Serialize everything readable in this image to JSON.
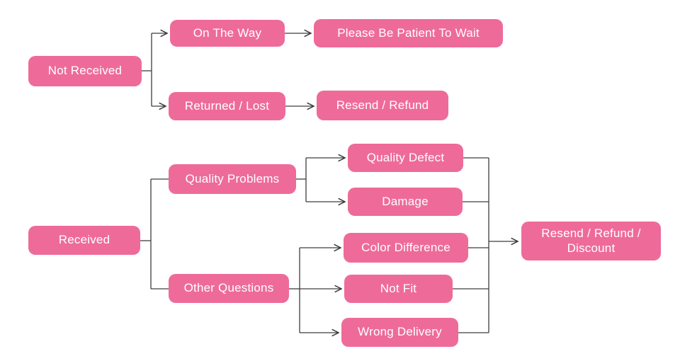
{
  "diagram": {
    "type": "flowchart",
    "colors": {
      "node_fill": "#ee6b99",
      "node_text": "#ffffff",
      "connector": "#3d3d3d",
      "background": "#ffffff"
    },
    "nodes": {
      "not_received": {
        "label": "Not Received"
      },
      "on_the_way": {
        "label": "On The Way"
      },
      "please_wait": {
        "label": "Please Be Patient To Wait"
      },
      "returned_lost": {
        "label": "Returned / Lost"
      },
      "resend_refund": {
        "label": "Resend / Refund"
      },
      "received": {
        "label": "Received"
      },
      "quality_problems": {
        "label": "Quality Problems"
      },
      "quality_defect": {
        "label": "Quality Defect"
      },
      "damage": {
        "label": "Damage"
      },
      "other_questions": {
        "label": "Other Questions"
      },
      "color_difference": {
        "label": "Color Difference"
      },
      "not_fit": {
        "label": "Not Fit"
      },
      "wrong_delivery": {
        "label": "Wrong Delivery"
      },
      "resend_refund_discount": {
        "label": "Resend / Refund / Discount"
      }
    },
    "edges": [
      {
        "from": "Not Received",
        "to": "On The Way",
        "arrow": true
      },
      {
        "from": "Not Received",
        "to": "Returned / Lost",
        "arrow": true
      },
      {
        "from": "On The Way",
        "to": "Please Be Patient To Wait",
        "arrow": true
      },
      {
        "from": "Returned / Lost",
        "to": "Resend / Refund",
        "arrow": true
      },
      {
        "from": "Received",
        "to": "Quality Problems",
        "arrow": false
      },
      {
        "from": "Received",
        "to": "Other Questions",
        "arrow": false
      },
      {
        "from": "Quality Problems",
        "to": "Quality Defect",
        "arrow": true
      },
      {
        "from": "Quality Problems",
        "to": "Damage",
        "arrow": true
      },
      {
        "from": "Other Questions",
        "to": "Color Difference",
        "arrow": true
      },
      {
        "from": "Other Questions",
        "to": "Not Fit",
        "arrow": true
      },
      {
        "from": "Other Questions",
        "to": "Wrong Delivery",
        "arrow": true
      },
      {
        "from": "Quality Defect",
        "to": "Resend / Refund / Discount",
        "arrow": true
      },
      {
        "from": "Damage",
        "to": "Resend / Refund / Discount",
        "arrow": true
      },
      {
        "from": "Color Difference",
        "to": "Resend / Refund / Discount",
        "arrow": true
      },
      {
        "from": "Not Fit",
        "to": "Resend / Refund / Discount",
        "arrow": true
      },
      {
        "from": "Wrong Delivery",
        "to": "Resend / Refund / Discount",
        "arrow": true
      }
    ]
  }
}
